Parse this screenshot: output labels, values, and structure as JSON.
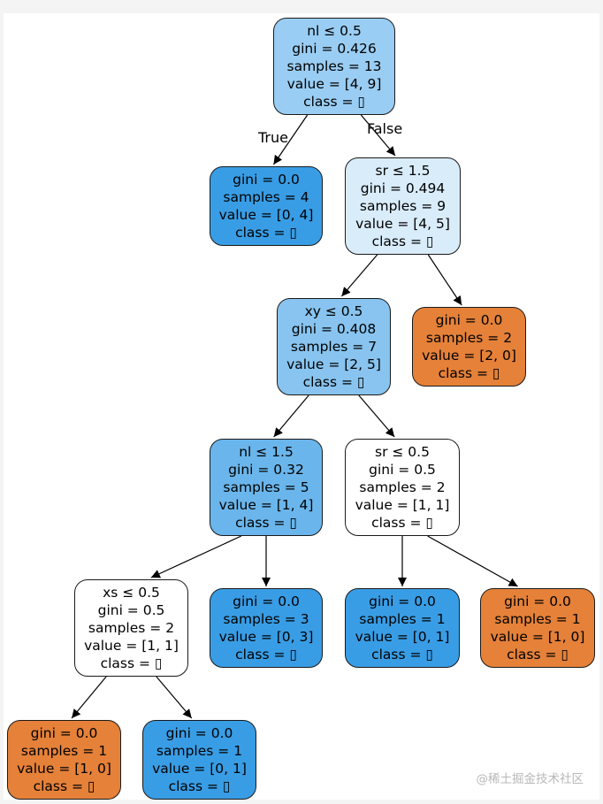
{
  "tree": {
    "nodes": [
      {
        "id": "root",
        "lines": [
          "nl ≤ 0.5",
          "gini = 0.426",
          "samples = 13",
          "value = [4, 9]",
          "class = ▯"
        ],
        "fill": "#9acdf3"
      },
      {
        "id": "n1",
        "lines": [
          "gini = 0.0",
          "samples = 4",
          "value = [0, 4]",
          "class = ▯"
        ],
        "fill": "#399de5"
      },
      {
        "id": "n2",
        "lines": [
          "sr ≤ 1.5",
          "gini = 0.494",
          "samples = 9",
          "value = [4, 5]",
          "class = ▯"
        ],
        "fill": "#d9ecfa"
      },
      {
        "id": "n3",
        "lines": [
          "xy ≤ 0.5",
          "gini = 0.408",
          "samples = 7",
          "value = [2, 5]",
          "class = ▯"
        ],
        "fill": "#88c4ef"
      },
      {
        "id": "n4",
        "lines": [
          "gini = 0.0",
          "samples = 2",
          "value = [2, 0]",
          "class = ▯"
        ],
        "fill": "#e58139"
      },
      {
        "id": "n5",
        "lines": [
          "nl ≤ 1.5",
          "gini = 0.32",
          "samples = 5",
          "value = [1, 4]",
          "class = ▯"
        ],
        "fill": "#6ab6ec"
      },
      {
        "id": "n6",
        "lines": [
          "sr ≤ 0.5",
          "gini = 0.5",
          "samples = 2",
          "value = [1, 1]",
          "class = ▯"
        ],
        "fill": "#ffffff"
      },
      {
        "id": "n7",
        "lines": [
          "xs ≤ 0.5",
          "gini = 0.5",
          "samples = 2",
          "value = [1, 1]",
          "class = ▯"
        ],
        "fill": "#ffffff"
      },
      {
        "id": "n8",
        "lines": [
          "gini = 0.0",
          "samples = 3",
          "value = [0, 3]",
          "class = ▯"
        ],
        "fill": "#399de5"
      },
      {
        "id": "n9",
        "lines": [
          "gini = 0.0",
          "samples = 1",
          "value = [0, 1]",
          "class = ▯"
        ],
        "fill": "#399de5"
      },
      {
        "id": "n10",
        "lines": [
          "gini = 0.0",
          "samples = 1",
          "value = [1, 0]",
          "class = ▯"
        ],
        "fill": "#e58139"
      },
      {
        "id": "n11",
        "lines": [
          "gini = 0.0",
          "samples = 1",
          "value = [1, 0]",
          "class = ▯"
        ],
        "fill": "#e58139"
      },
      {
        "id": "n12",
        "lines": [
          "gini = 0.0",
          "samples = 1",
          "value = [0, 1]",
          "class = ▯"
        ],
        "fill": "#399de5"
      }
    ],
    "edges": [
      {
        "from": "root",
        "to": "n1",
        "label": "True"
      },
      {
        "from": "root",
        "to": "n2",
        "label": "False"
      },
      {
        "from": "n2",
        "to": "n3"
      },
      {
        "from": "n2",
        "to": "n4"
      },
      {
        "from": "n3",
        "to": "n5"
      },
      {
        "from": "n3",
        "to": "n6"
      },
      {
        "from": "n5",
        "to": "n7"
      },
      {
        "from": "n5",
        "to": "n8"
      },
      {
        "from": "n6",
        "to": "n9"
      },
      {
        "from": "n6",
        "to": "n10"
      },
      {
        "from": "n7",
        "to": "n11"
      },
      {
        "from": "n7",
        "to": "n12"
      }
    ]
  },
  "watermark": "@稀土掘金技术社区",
  "colors": {
    "orange": "#e58139",
    "blue": "#399de5",
    "edge": "#000000"
  }
}
